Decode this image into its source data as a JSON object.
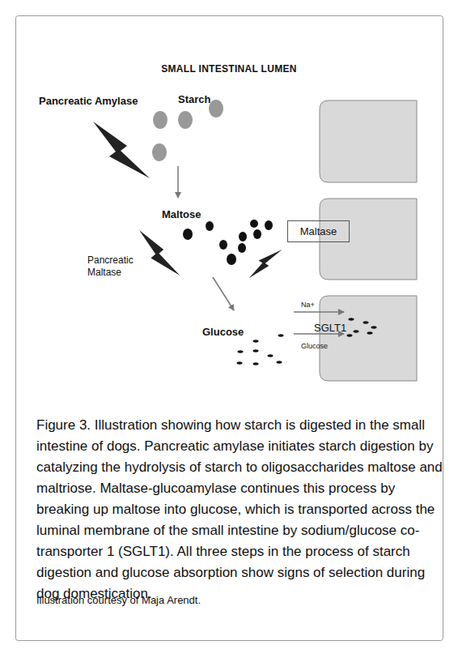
{
  "diagram": {
    "title": "SMALL INTESTINAL LUMEN",
    "caption": "Figure 3. Illustration showing how starch is digested in the small intestine of dogs. Pancreatic amylase initiates starch digestion by catalyzing the hydrolysis of starch to oligosaccharides maltose and maltriose. Maltase-glucoamylase continues this process by breaking up maltose into glucose, which is transported across the luminal membrane of the small intestine by sodium/glucose co-transporter 1 (SGLT1). All three steps in the process of starch digestion and glucose absorption show signs of selection during dog domestication.",
    "nodes": [
      {
        "text": [
          "Maltase"
        ]
      }
    ],
    "labels": [
      "Pancreatic Amylase",
      "Starch",
      "Maltose",
      "Pancreatic Maltase",
      "Glucose",
      "Na+",
      "SGLT1",
      "Glucose",
      "Illustration courtesy of Maja Arendt."
    ]
  }
}
